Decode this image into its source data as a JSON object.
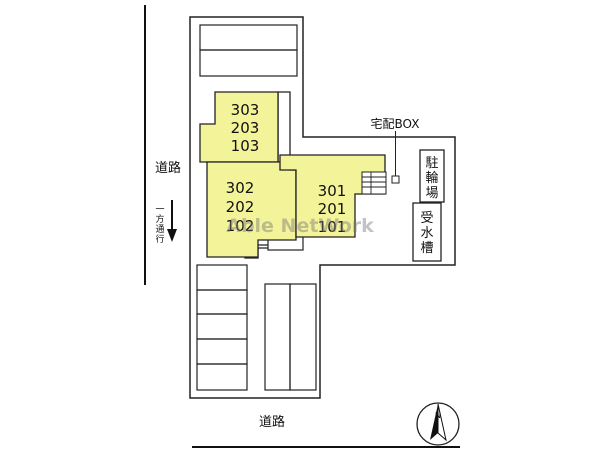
{
  "roads": {
    "left_label": "道路",
    "bottom_label": "道路",
    "one_way_label": "一方通行"
  },
  "buildings": {
    "block_a_units": [
      "303",
      "203",
      "103"
    ],
    "block_b_units": [
      "302",
      "202",
      "102"
    ],
    "block_c_units": [
      "301",
      "201",
      "101"
    ]
  },
  "facilities": {
    "delivery_box": "宅配BOX",
    "bicycle_parking": "駐輪場",
    "water_tank": "受水槽"
  },
  "watermark": "Able NetWork",
  "compass_label": "N",
  "colors": {
    "building_fill": "#f3f39a",
    "line": "#222222",
    "road_line": "#111111"
  }
}
